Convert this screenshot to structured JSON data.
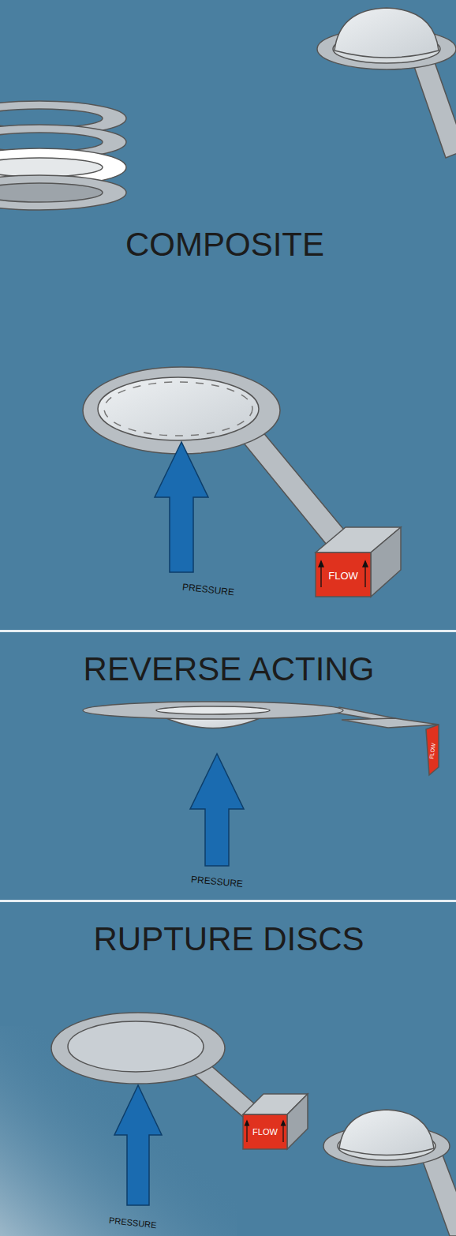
{
  "diagram": {
    "labels": [
      "COMPOSITE",
      "PRESSURE",
      "FLOW",
      "REVERSE ACTING",
      "PRESSURE",
      "FLOW",
      "RUPTURE DISCS",
      "PRESSURE",
      "FLOW"
    ]
  }
}
